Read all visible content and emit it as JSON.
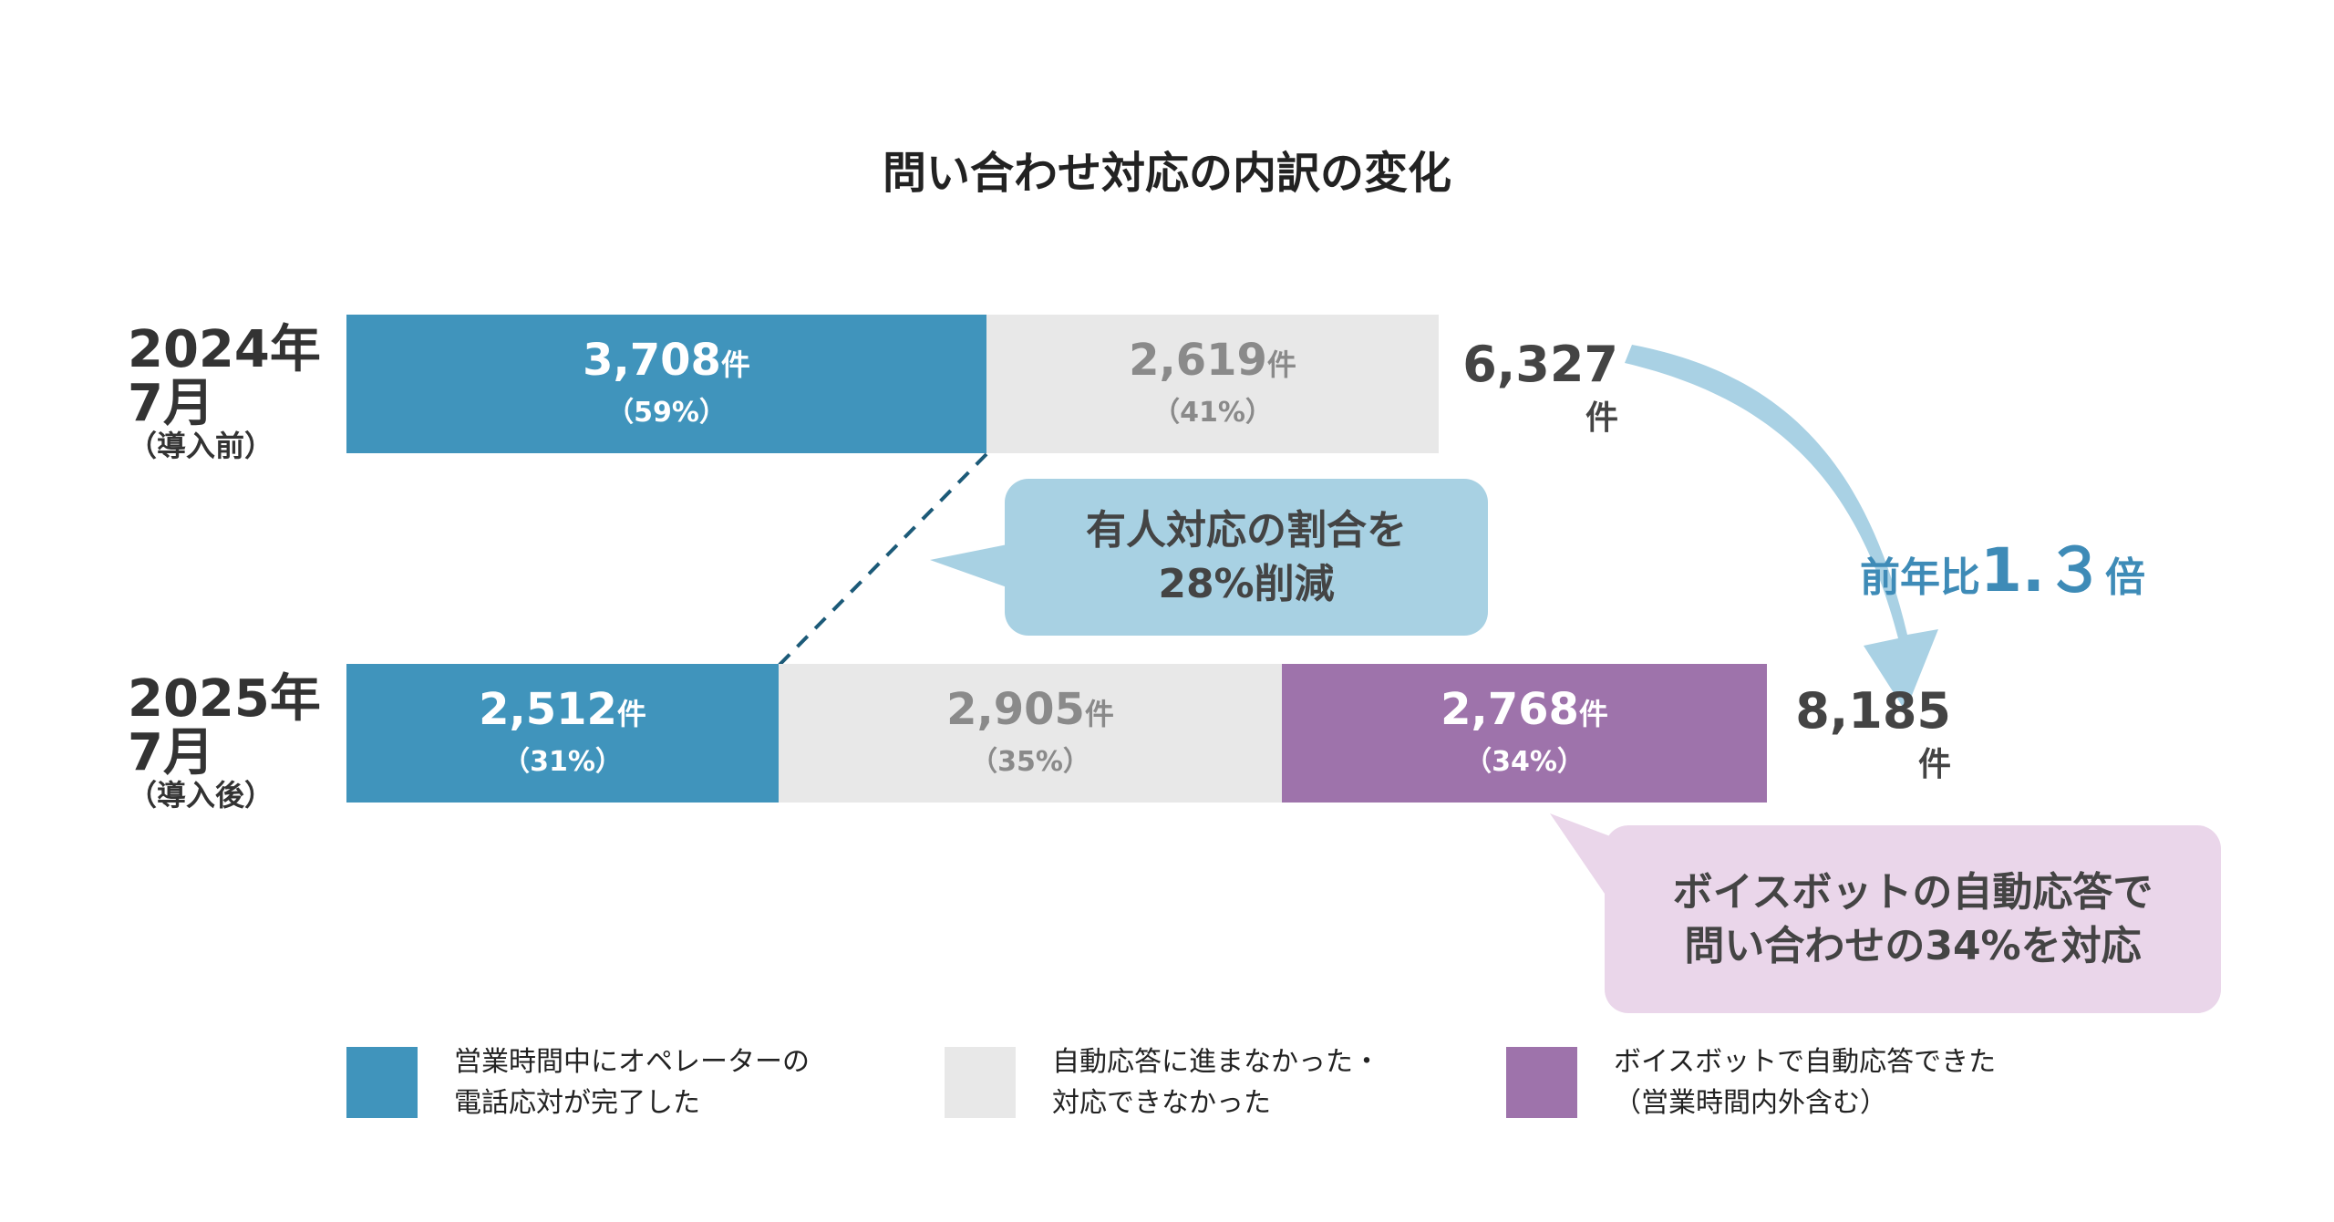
{
  "title": "問い合わせ対応の内訳の変化",
  "colors": {
    "operator": "#4094bc",
    "unresolved": "#e8e8e8",
    "bot": "#9e73ab",
    "callout_blue": "#a8d1e3",
    "callout_purple": "#ead6ea",
    "arrow": "#a9d1e4",
    "dash": "#1c5a78"
  },
  "rows": [
    {
      "year": "2024年",
      "month": "7月",
      "note": "（導入前）",
      "segments": [
        {
          "series": "operator",
          "value": "3,708",
          "unit": "件",
          "pct": "（59%）"
        },
        {
          "series": "unresolved",
          "value": "2,619",
          "unit": "件",
          "pct": "（41%）"
        }
      ],
      "total": "6,327",
      "total_unit": "件"
    },
    {
      "year": "2025年",
      "month": "7月",
      "note": "（導入後）",
      "segments": [
        {
          "series": "operator",
          "value": "2,512",
          "unit": "件",
          "pct": "（31%）"
        },
        {
          "series": "unresolved",
          "value": "2,905",
          "unit": "件",
          "pct": "（35%）"
        },
        {
          "series": "bot",
          "value": "2,768",
          "unit": "件",
          "pct": "（34%）"
        }
      ],
      "total": "8,185",
      "total_unit": "件"
    }
  ],
  "callouts": {
    "reduction_line1": "有人対応の割合を",
    "reduction_line2": "28%削減",
    "bot_line1": "ボイスボットの自動応答で",
    "bot_line2": "問い合わせの34%を対応"
  },
  "yoy": {
    "prefix": "前年比",
    "value": "1.３",
    "suffix": "倍"
  },
  "legend": [
    {
      "series": "operator",
      "line1": "営業時間中にオペレーターの",
      "line2": "電話応対が完了した"
    },
    {
      "series": "unresolved",
      "line1": "自動応答に進まなかった・",
      "line2": "対応できなかった"
    },
    {
      "series": "bot",
      "line1": "ボイスボットで自動応答できた",
      "line2": "（営業時間内外含む）"
    }
  ],
  "chart_data": {
    "type": "bar",
    "orientation": "horizontal-stacked",
    "title": "問い合わせ対応の内訳の変化",
    "categories": [
      "2024年7月（導入前）",
      "2025年7月（導入後）"
    ],
    "series": [
      {
        "name": "営業時間中にオペレーターの電話応対が完了した",
        "values": [
          3708,
          2512
        ],
        "percent": [
          59,
          31
        ]
      },
      {
        "name": "自動応答に進まなかった・対応できなかった",
        "values": [
          2619,
          2905
        ],
        "percent": [
          41,
          35
        ]
      },
      {
        "name": "ボイスボットで自動応答できた（営業時間内外含む）",
        "values": [
          0,
          2768
        ],
        "percent": [
          0,
          34
        ]
      }
    ],
    "totals": [
      6327,
      8185
    ],
    "legend": "bottom",
    "grid": false
  }
}
